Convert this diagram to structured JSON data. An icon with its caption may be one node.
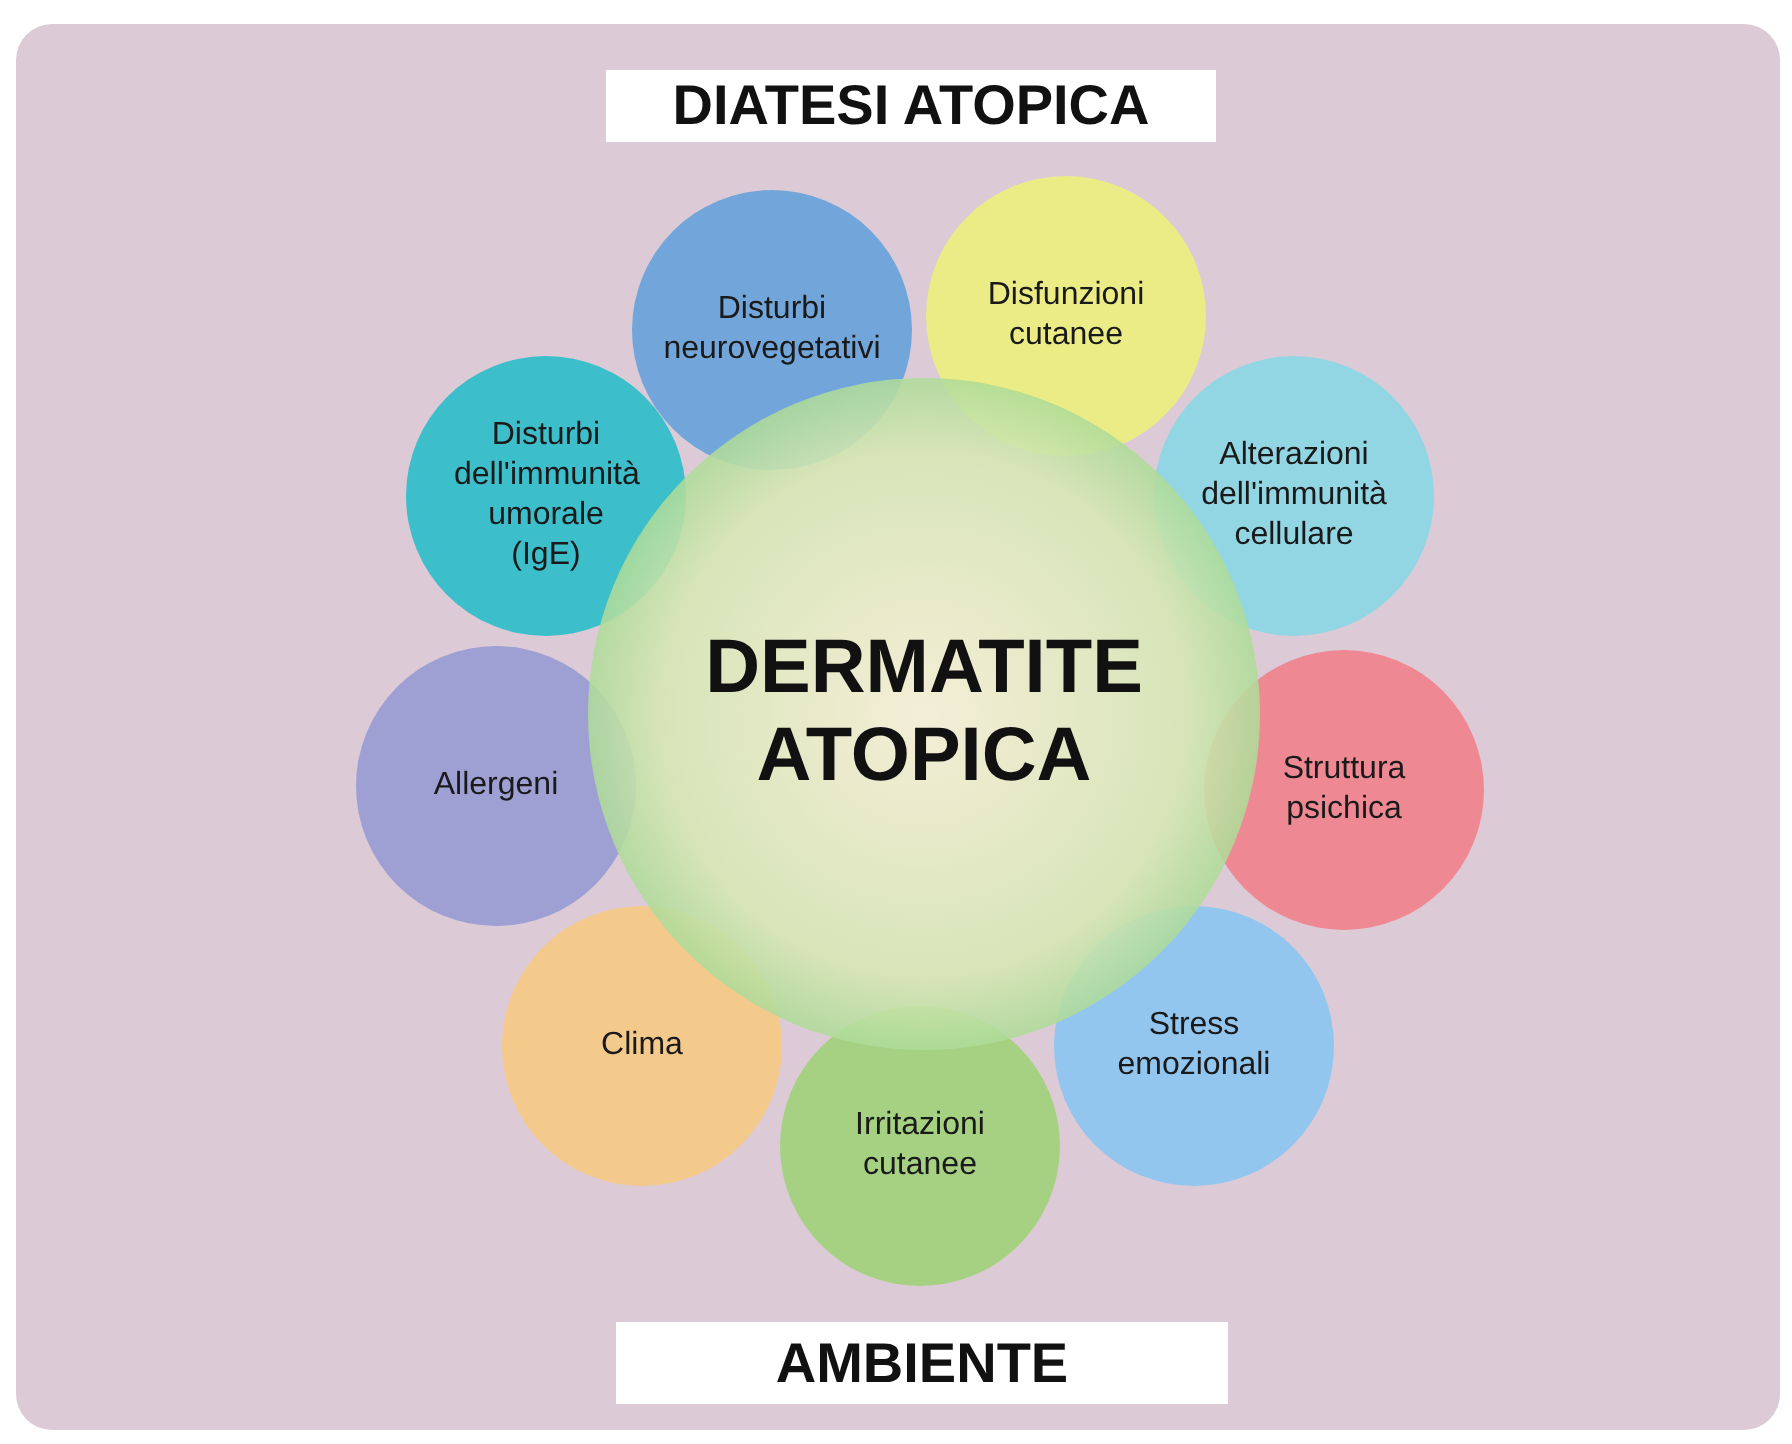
{
  "diagram": {
    "nodes": [
      {
        "text": [
          "DIATESI ATOPICA"
        ]
      },
      {
        "text": [
          "Disturbi neurovegetativi"
        ]
      },
      {
        "text": [
          "Disfunzioni cutanee"
        ]
      },
      {
        "text": [
          "Disturbi dell'immunità umorale (IgE)"
        ]
      },
      {
        "text": [
          "Alterazioni dell'immunità cellulare"
        ]
      },
      {
        "text": [
          "DERMATITE ATOPICA"
        ]
      },
      {
        "text": [
          "Allergeni"
        ]
      },
      {
        "text": [
          "Struttura psichica"
        ]
      },
      {
        "text": [
          "Clima"
        ]
      },
      {
        "text": [
          "Stress emozionali"
        ]
      },
      {
        "text": [
          "Irritazioni cutanee"
        ]
      },
      {
        "text": [
          "AMBIENTE"
        ]
      }
    ]
  }
}
